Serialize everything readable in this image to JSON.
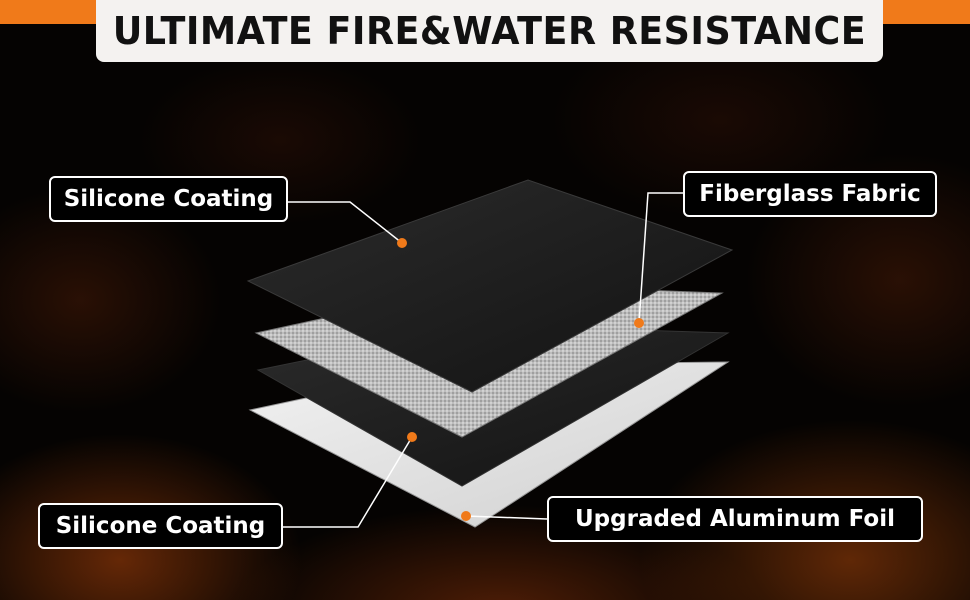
{
  "title": "ULTIMATE FIRE&WATER RESISTANCE",
  "labels": {
    "top_left": "Silicone Coating",
    "top_right": "Fiberglass Fabric",
    "bottom_left": "Silicone Coating",
    "bottom_right": "Upgraded Aluminum Foil"
  },
  "icons": [
    "layer-pointer-dot"
  ],
  "colors": {
    "accent": "#f07a1a",
    "title_bg": "#f4f2f0",
    "title_text": "#111111",
    "label_border": "#ffffff",
    "layer_black": "#1a1a1a",
    "layer_fabric": "#cfcfcf",
    "layer_foil": "#e6e6e6"
  }
}
